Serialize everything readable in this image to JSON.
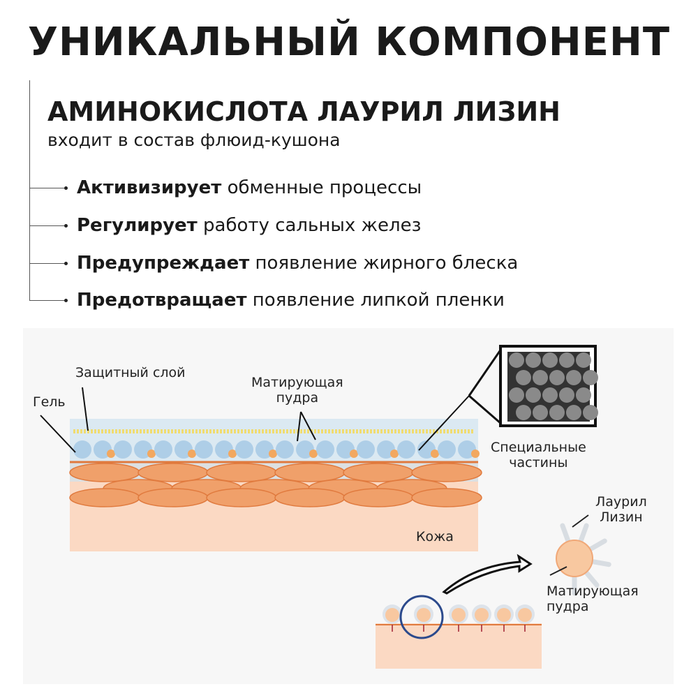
{
  "title": "УНИКАЛЬНЫЙ КОМПОНЕНТ",
  "ingredient": "АМИНОКИСЛОТА ЛАУРИЛ ЛИЗИН",
  "ingredient_note": "входит в состав флюид-кушона",
  "benefits": [
    {
      "bold": "Активизирует",
      "rest": " обменные процессы"
    },
    {
      "bold": "Регулирует",
      "rest": " работу сальных желез"
    },
    {
      "bold": "Предупреждает",
      "rest": " появление жирного блеска"
    },
    {
      "bold": "Предотвращает",
      "rest": " появление липкой пленки"
    }
  ],
  "diagram": {
    "protective_layer": "Защитный слой",
    "gel": "Гель",
    "matting_powder_1": "Матирующая",
    "matting_powder_2": "пудра",
    "special_1": "Специальные",
    "special_2": "частины",
    "skin": "Кожа",
    "lauryl_1": "Лаурил",
    "lauryl_2": "Лизин",
    "powder_1": "Матирующая",
    "powder_2": "пудра"
  },
  "colors": {
    "cell": "#f0a06a",
    "cell_stroke": "#e07a3e",
    "skin": "#fbd9c3",
    "gel": "#bcd8ec",
    "yellow": "#f5e27a",
    "circle": "#2c4a8c"
  }
}
